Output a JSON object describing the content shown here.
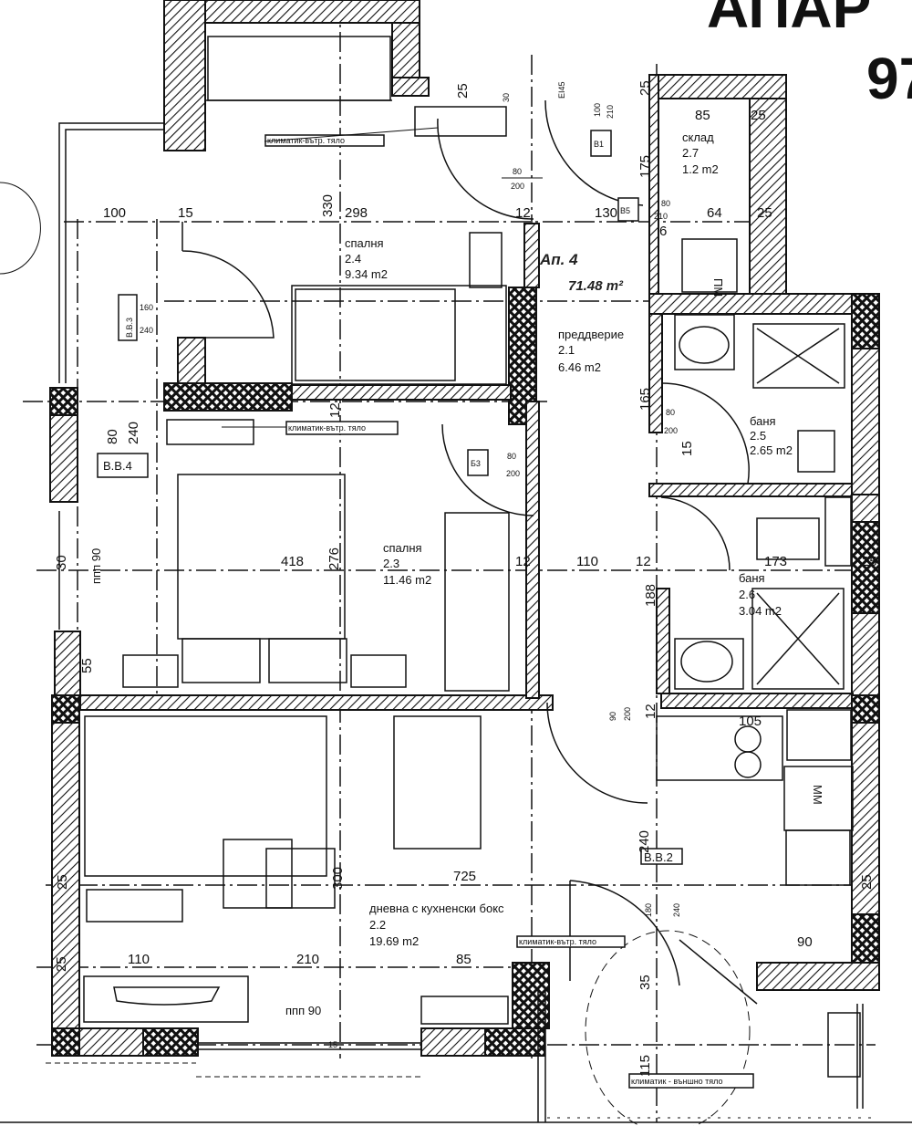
{
  "title": {
    "line1": "АПАР",
    "line2": "97"
  },
  "apartment": {
    "label": "Ап. 4",
    "area": "71.48 m²"
  },
  "rooms": [
    {
      "name": "спалня",
      "number": "2.4",
      "area": "9.34 m2"
    },
    {
      "name": "преддверие",
      "number": "2.1",
      "area": "6.46 m2"
    },
    {
      "name": "баня",
      "number": "2.5",
      "area": "2.65 m2"
    },
    {
      "name": "спалня",
      "number": "2.3",
      "area": "11.46 m2"
    },
    {
      "name": "баня",
      "number": "2.6",
      "area": "3.04 m2"
    },
    {
      "name": "дневна с кухненски бокс",
      "number": "2.2",
      "area": "19.69 m2"
    },
    {
      "name": "склад",
      "number": "2.7",
      "area": "1.2 m2"
    }
  ],
  "tags": {
    "b1": "B1",
    "b5": "B5",
    "b3": "Б3",
    "bb3": "B.B.3",
    "bb4": "B.B.4",
    "bb2": "B.B.2",
    "pm": "ПМ",
    "mm": "ММ",
    "ac_inner": "климатик-вътр. тяло",
    "ac_outer": "климатик - външно тяло",
    "ppp": "ппп 90",
    "ei45": "EI45"
  },
  "doors": {
    "d80_200": [
      "80",
      "200"
    ],
    "d100_210": [
      "100",
      "210"
    ],
    "d80_210": [
      "80",
      "210"
    ],
    "d160_240": [
      "160",
      "240"
    ],
    "d80_240": [
      "80",
      "240"
    ],
    "d90_200": [
      "90",
      "200"
    ],
    "d180_240": [
      "180",
      "240"
    ]
  },
  "dimensions": {
    "top_row": [
      "100",
      "15",
      "330",
      "298",
      "12",
      "130",
      "64",
      "25",
      "25",
      "85",
      "25",
      "175",
      "6",
      "30",
      "25"
    ],
    "mid_row": [
      "30",
      "418",
      "276",
      "12",
      "110",
      "12",
      "173",
      "25",
      "188",
      "55",
      "165",
      "12",
      "15",
      "240"
    ],
    "lower_row": [
      "25",
      "725",
      "300",
      "25",
      "240",
      "12",
      "105",
      "90"
    ],
    "bottom_row": [
      "25",
      "110",
      "210",
      "85",
      "35",
      "115",
      "15"
    ]
  }
}
